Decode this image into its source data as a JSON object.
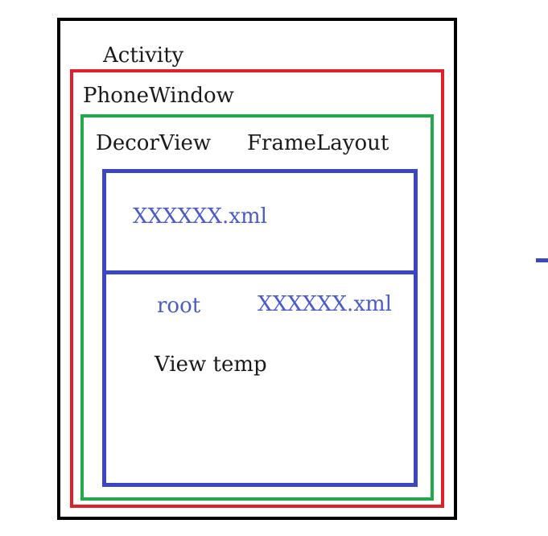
{
  "labels": {
    "activity": "Activity",
    "phone_window": "PhoneWindow",
    "decor_view": "DecorView",
    "frame_layout": "FrameLayout",
    "content_xml": "XXXXXX.xml",
    "root": "root",
    "inflated_xml": "XXXXXX.xml",
    "view_temp": "View temp"
  },
  "colors": {
    "activity_border": "#000000",
    "phone_window_border": "#e0202a",
    "decor_view_border": "#22aa4a",
    "content_border": "#3a46c4",
    "blue_text": "#4a5bc9"
  }
}
